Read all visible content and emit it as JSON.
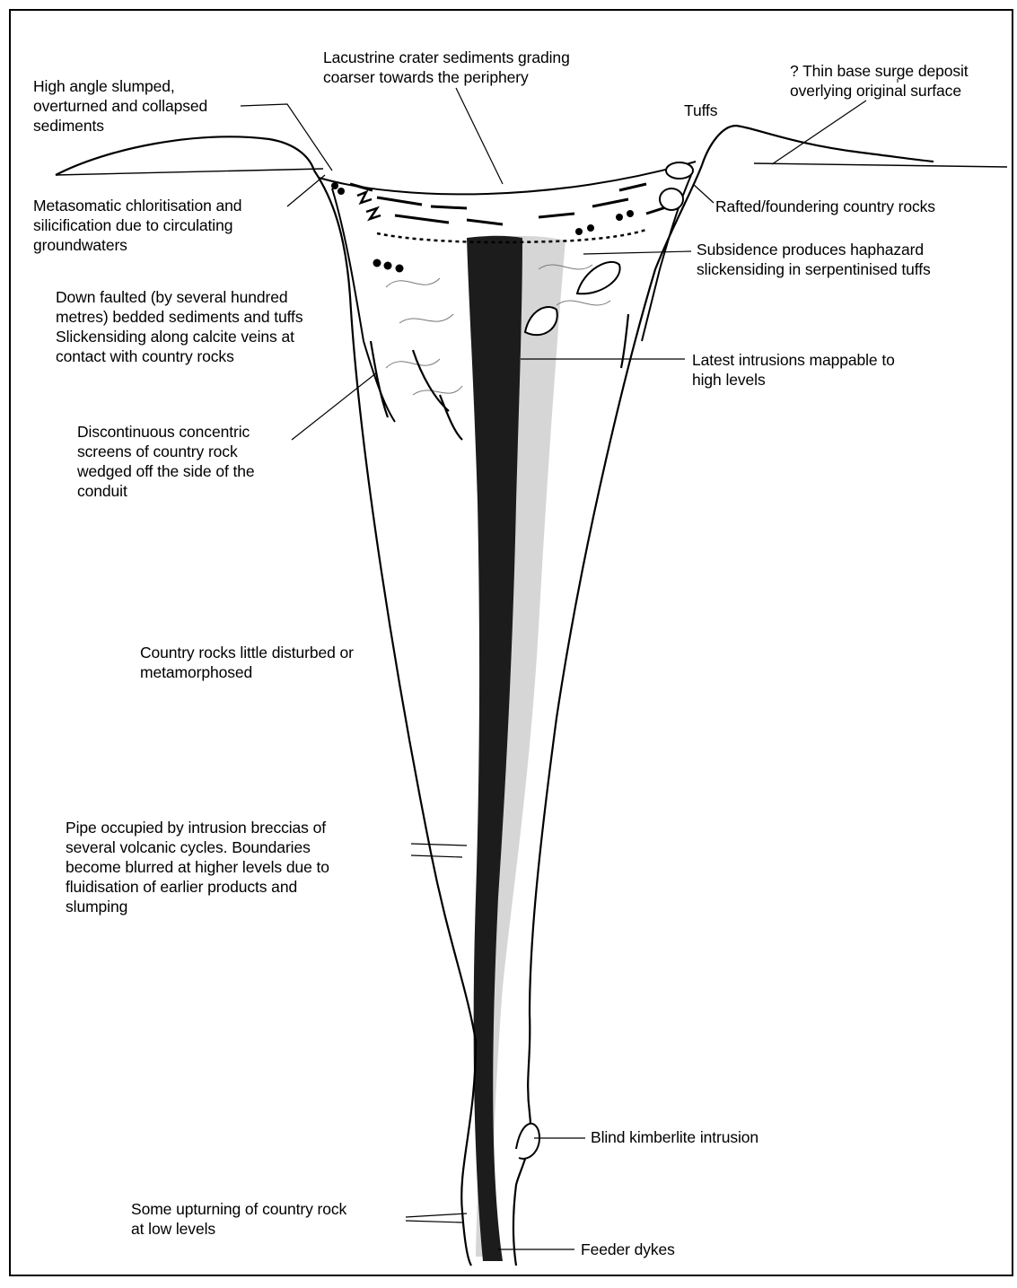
{
  "labels": {
    "high_angle_slumped": "High angle slumped,\noverturned and collapsed\nsediments",
    "lacustrine_crater": "Lacustrine crater sediments grading\ncoarser towards the periphery",
    "thin_base_surge": "? Thin base surge deposit\noverlying original surface",
    "tuffs": "Tuffs",
    "metasomatic": "Metasomatic chloritisation and\nsilicification due to circulating\ngroundwaters",
    "rafted_foundering": "Rafted/foundering country rocks",
    "subsidence": "Subsidence produces haphazard\nslickensiding in serpentinised tuffs",
    "down_faulted": "Down faulted (by several hundred\nmetres) bedded sediments and tuffs\nSlickensiding along calcite veins at\ncontact with country rocks",
    "latest_intrusions": "Latest intrusions mappable to\nhigh levels",
    "discontinuous_screens": "Discontinuous concentric\nscreens of country rock\nwedged off the side of the\nconduit",
    "country_rocks": "Country rocks little disturbed or\nmetamorphosed",
    "pipe_occupied": "Pipe occupied by intrusion breccias of\nseveral volcanic cycles. Boundaries\nbecome blurred at higher levels due to\nfluidisation of earlier products and\nslumping",
    "blind_kimberlite": "Blind kimberlite intrusion",
    "some_upturning": "Some upturning of country rock\nat low levels",
    "feeder_dykes": "Feeder dykes"
  },
  "colors": {
    "ink": "#000000",
    "dark_intrusion": "#1c1c1c",
    "light_intrusion": "#cfcfcf",
    "background": "#ffffff"
  }
}
